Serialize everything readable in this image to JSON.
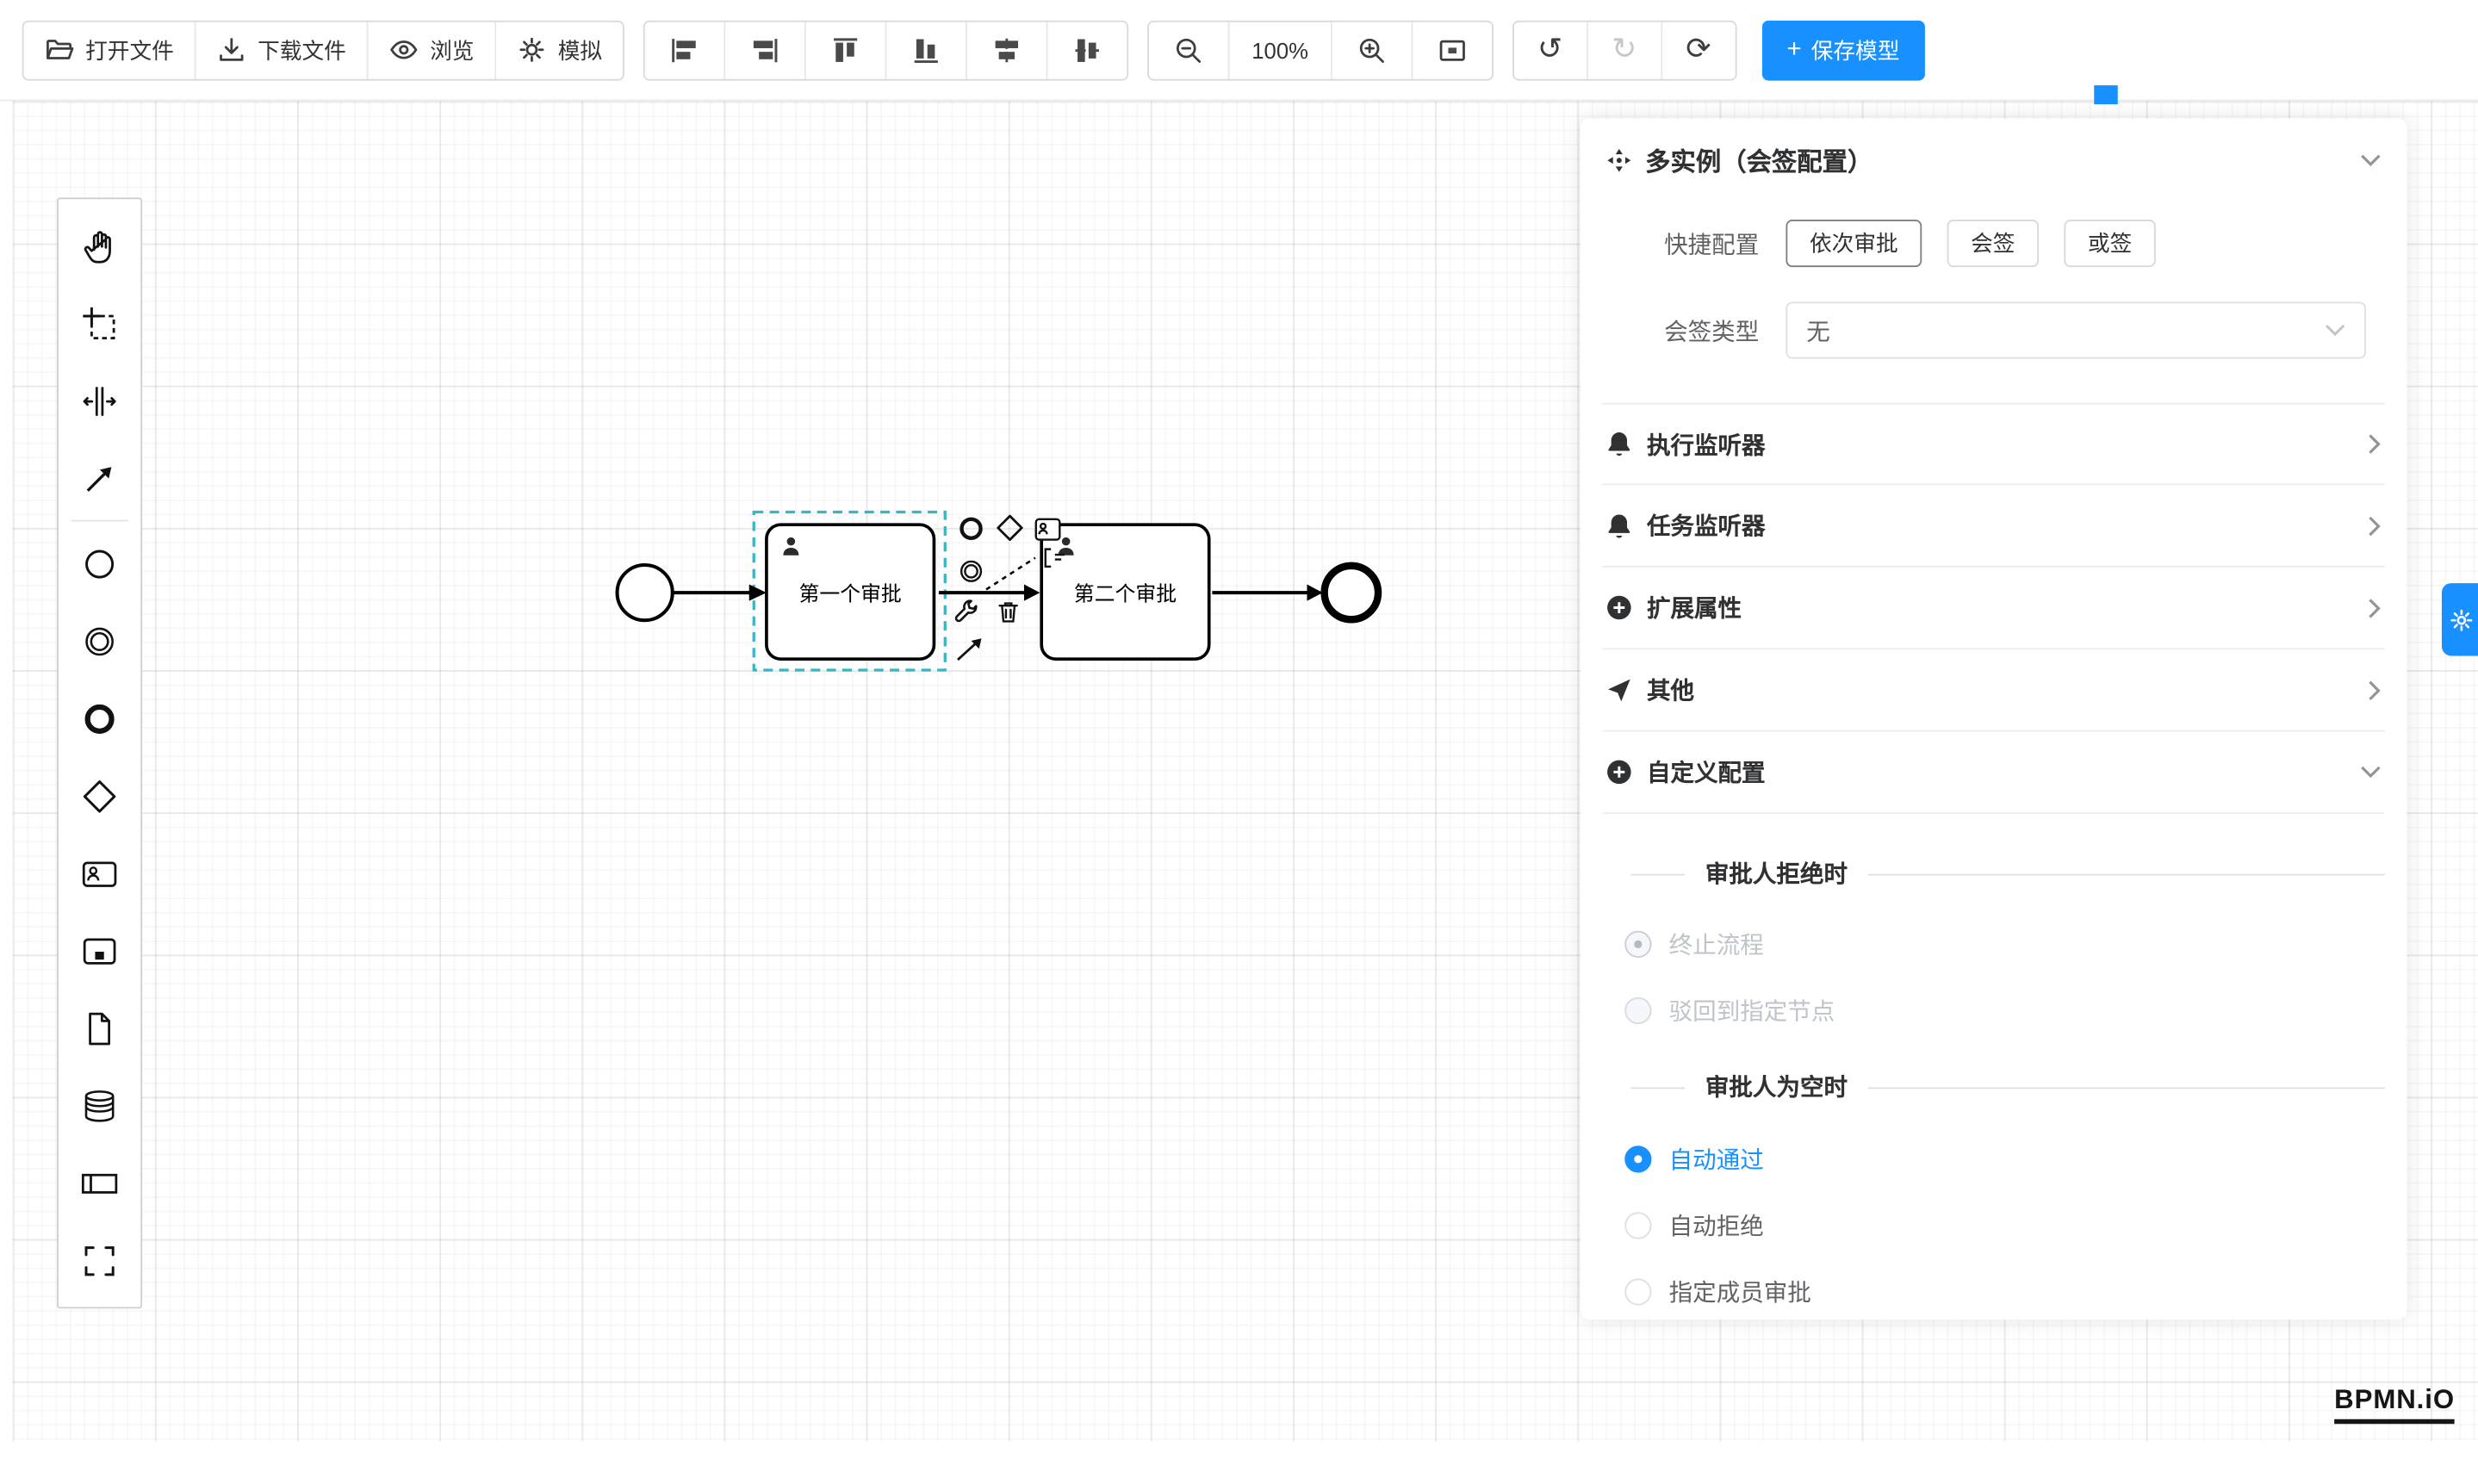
{
  "colors": {
    "accent": "#1890ff",
    "selection_outline": "#3cb4c7"
  },
  "toolbar": {
    "open_file": "打开文件",
    "download_file": "下载文件",
    "browse": "浏览",
    "simulate": "模拟",
    "zoom_level": "100%",
    "save_model": "保存模型"
  },
  "icons": {
    "plus": "+",
    "undo": "↺",
    "redo": "↻",
    "sync": "⟳"
  },
  "palette_tools": [
    "hand-tool",
    "lasso-tool",
    "space-tool",
    "global-connect-tool",
    "create-start-event",
    "create-intermediate-event",
    "create-end-event",
    "create-gateway",
    "create-user-task",
    "create-call-activity",
    "create-data-object",
    "create-data-store",
    "create-participant",
    "create-group"
  ],
  "diagram": {
    "task1_label": "第一个审批",
    "task2_label": "第二个审批"
  },
  "panel": {
    "title": "多实例（会签配置）",
    "quick_config_label": "快捷配置",
    "quick_options": [
      "依次审批",
      "会签",
      "或签"
    ],
    "selected_quick_option": "依次审批",
    "multi_sign_type_label": "会签类型",
    "multi_sign_type_value": "无",
    "sections": [
      "执行监听器",
      "任务监听器",
      "扩展属性",
      "其他",
      "自定义配置"
    ],
    "reject_group_title": "审批人拒绝时",
    "reject_options": [
      "终止流程",
      "驳回到指定节点"
    ],
    "reject_selected": "终止流程",
    "empty_group_title": "审批人为空时",
    "empty_options": [
      "自动通过",
      "自动拒绝",
      "指定成员审批"
    ],
    "empty_selected": "自动通过"
  },
  "logo": "BPMN.iO"
}
